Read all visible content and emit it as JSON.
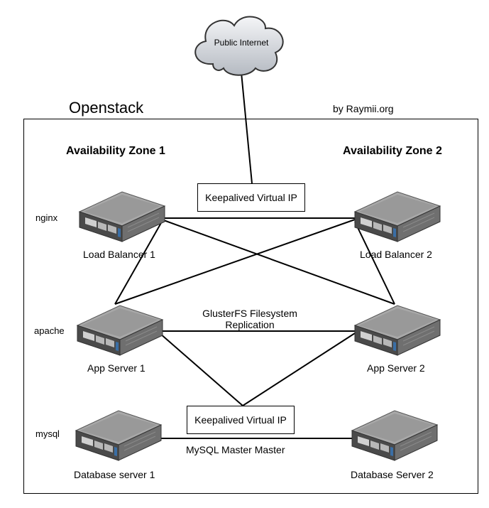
{
  "header": {
    "title": "Openstack",
    "credit": "by Raymii.org"
  },
  "cloud": {
    "label": "Public Internet"
  },
  "zones": {
    "left": "Availability Zone 1",
    "right": "Availability Zone 2"
  },
  "roles": {
    "nginx": "nginx",
    "apache": "apache",
    "mysql": "mysql"
  },
  "servers": {
    "lb1": "Load Balancer 1",
    "lb2": "Load Balancer 2",
    "app1": "App Server 1",
    "app2": "App Server 2",
    "db1": "Database server 1",
    "db2": "Database Server 2"
  },
  "boxes": {
    "vip_top": "Keepalived Virtual IP",
    "vip_bottom": "Keepalived Virtual IP"
  },
  "links": {
    "gluster_line1": "GlusterFS Filesystem",
    "gluster_line2": "Replication",
    "mysql_replication": "MySQL Master Master"
  },
  "icons": {
    "server": "rack-server-icon",
    "cloud": "cloud-icon"
  },
  "colors": {
    "server_body": "#8c8c8c",
    "server_front": "#4a4a4a",
    "cloud_fill": "#c8ccd2",
    "line": "#000000"
  }
}
